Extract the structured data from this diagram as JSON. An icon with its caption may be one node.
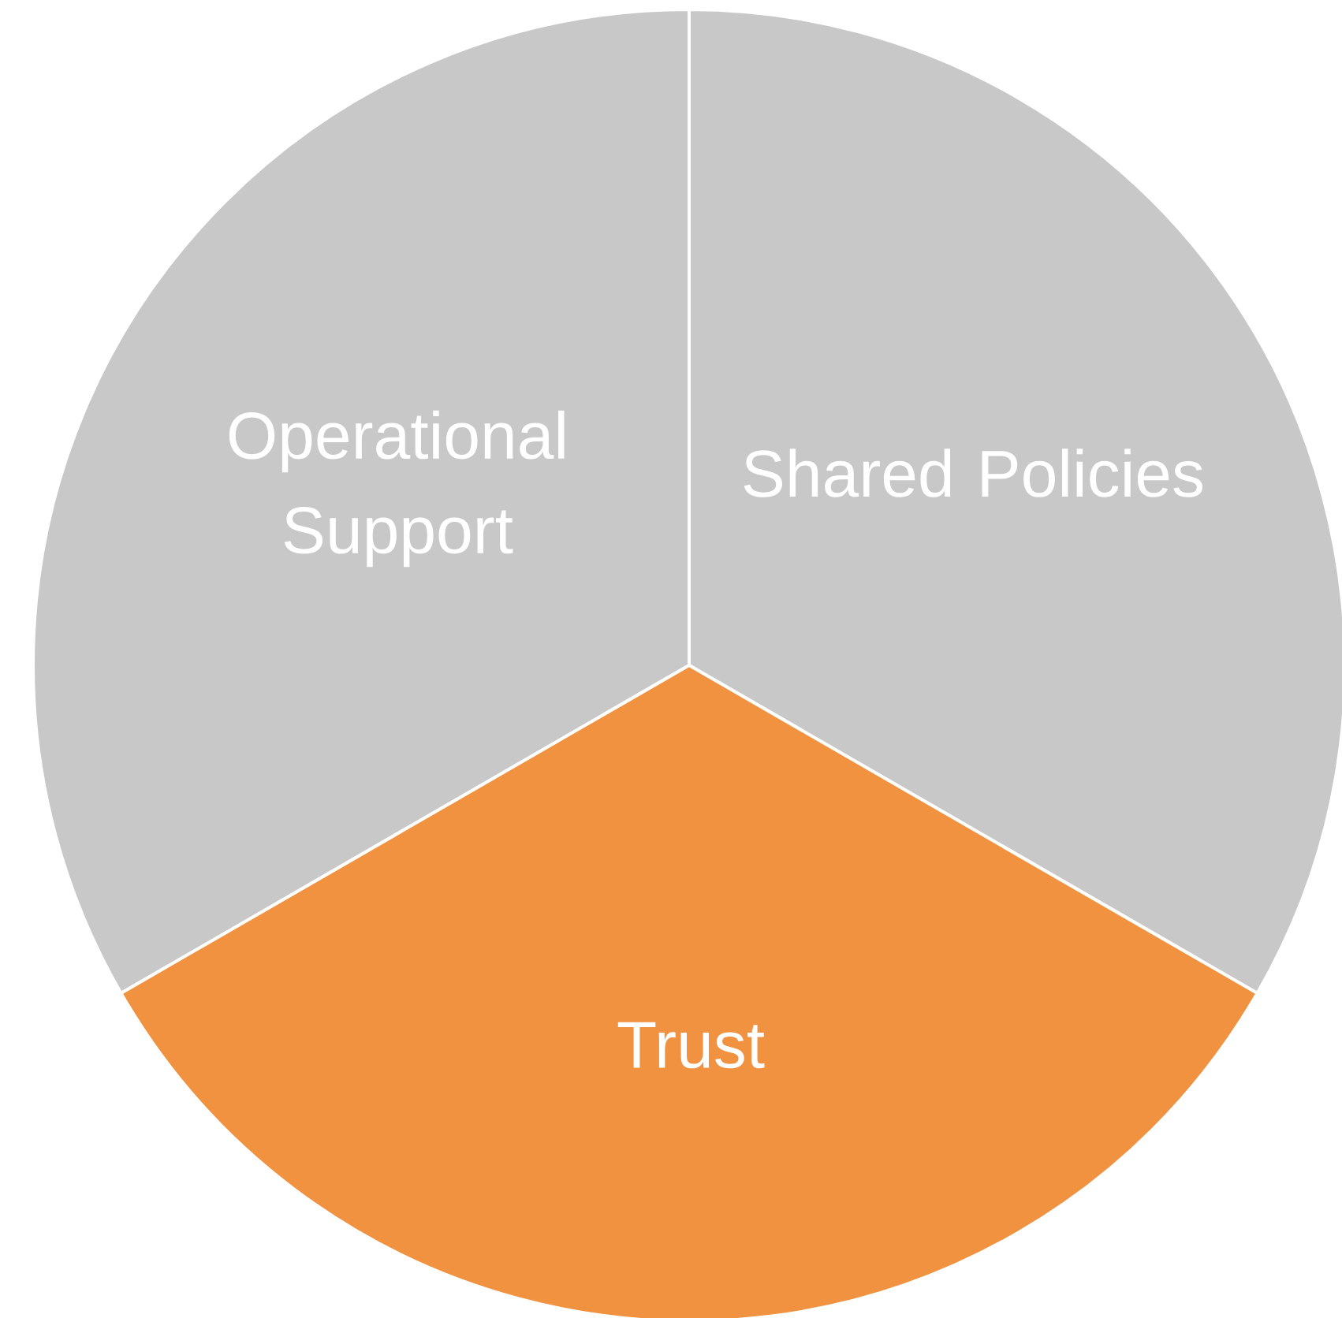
{
  "diagram": {
    "nodes": [
      {
        "text": [
          "Operational Support"
        ]
      },
      {
        "text": [
          "Shared Policies"
        ]
      },
      {
        "text": [
          "Trust"
        ]
      }
    ]
  }
}
